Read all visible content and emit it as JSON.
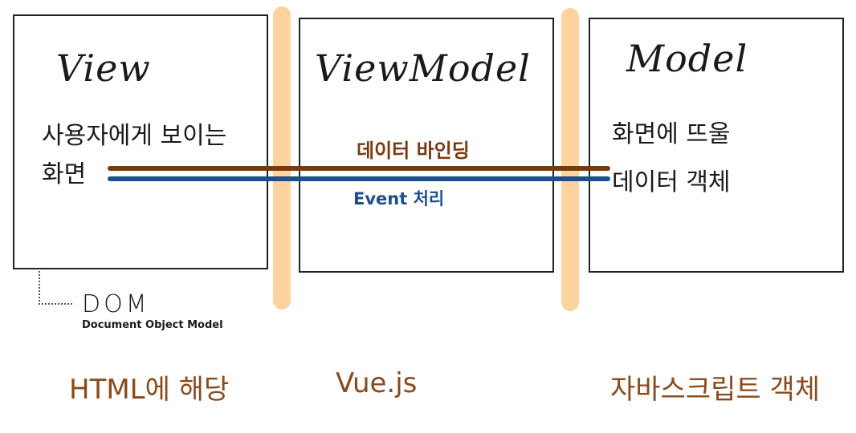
{
  "colors": {
    "divider": "#fdd49e",
    "binding_line": "#7a3a10",
    "event_line": "#1d4f8c",
    "footer_text": "#8a4a1c",
    "ink": "#1a1a1a"
  },
  "boxes": {
    "view": {
      "title": "View",
      "desc_line1": "사용자에게 보이는",
      "desc_line2": "화면"
    },
    "viewmodel": {
      "title": "ViewModel"
    },
    "model": {
      "title": "Model",
      "desc_line1": "화면에 뜨울",
      "desc_line2": "데이터 객체"
    }
  },
  "lines": {
    "binding_label": "데이터 바인딩",
    "event_label": "Event 처리"
  },
  "dom": {
    "label": "DOM",
    "full": "Document Object Model"
  },
  "footer": {
    "view": "HTML에 해당",
    "viewmodel": "Vue.js",
    "model": "자바스크립트 객체"
  }
}
